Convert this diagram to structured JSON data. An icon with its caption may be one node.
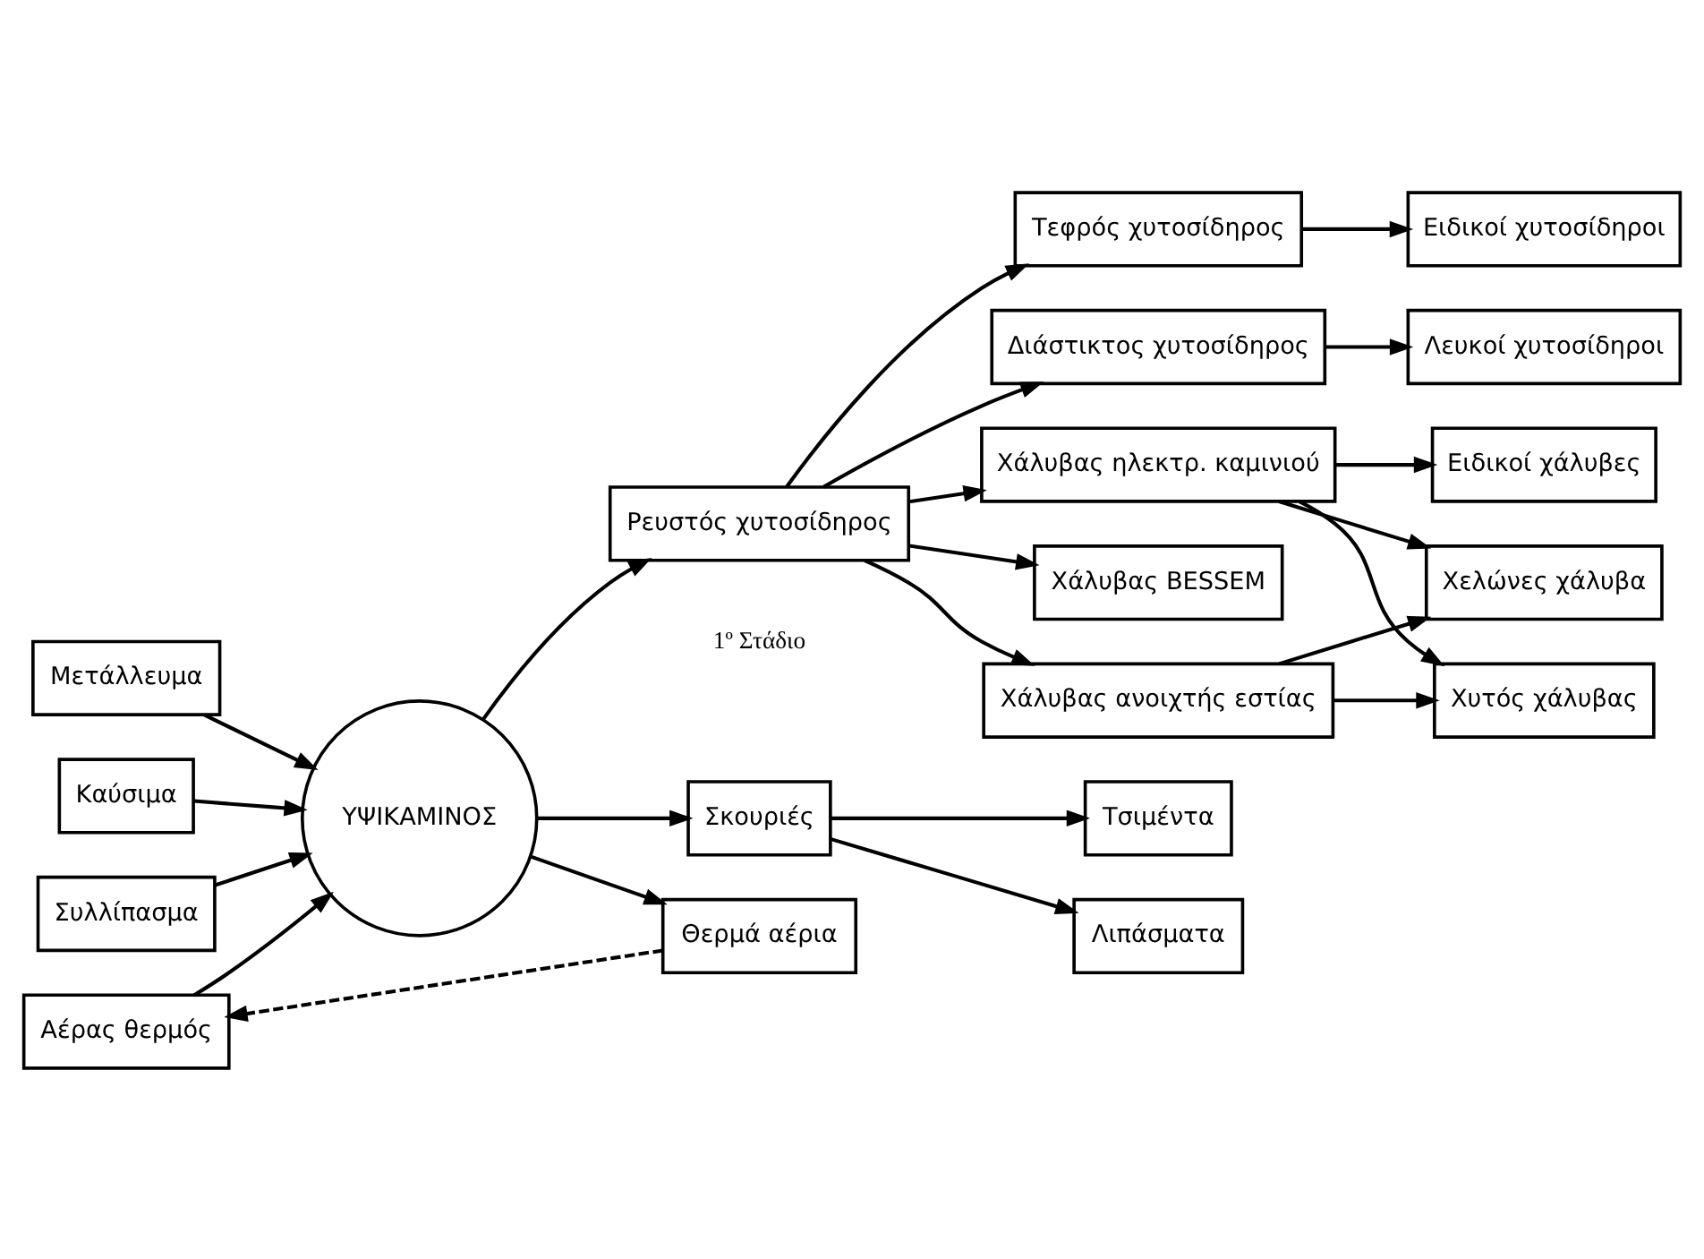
{
  "diagram": {
    "nodes": [
      {
        "text": [
          "Τσιμέντα"
        ]
      },
      {
        "text": [
          "Λιπάσματα"
        ]
      },
      {
        "text": [
          "Χυτός χάλυβας"
        ]
      },
      {
        "text": [
          "Χελώνες χάλυβα"
        ]
      },
      {
        "text": [
          "Ειδικοί χάλυβες"
        ]
      },
      {
        "text": [
          "Σκουριές"
        ]
      },
      {
        "text": [
          "Μετάλλευμα"
        ]
      },
      {
        "text": [
          "Καύσιμα"
        ]
      },
      {
        "text": [
          "ΥΨΙΚΑΜΙΝΟΣ"
        ]
      },
      {
        "text": [
          "Συλλίπασμα"
        ]
      },
      {
        "text": [
          "Αέρας θερμός"
        ]
      },
      {
        "text": [
          "Χάλυβας ανοιχτής εστίας"
        ]
      },
      {
        "text": [
          "Χάλυβας BESSEM"
        ]
      },
      {
        "text": [
          "Χάλυβας ηλεκτρ. καμινιού"
        ]
      },
      {
        "text": [
          "Θερμά αέρια"
        ]
      },
      {
        "text": [
          "Ρευστός χυτοσίδηρος"
        ],
        "beside": [
          "1º Στάδιο"
        ]
      },
      {
        "text": [
          "Τεφρός χυτοσίδηρος"
        ]
      },
      {
        "text": [
          "Διάστικτος χυτοσίδηρος"
        ]
      },
      {
        "text": [
          "Ειδικοί χυτοσίδηροι"
        ]
      },
      {
        "text": [
          "Λευκοί χυτοσίδηροι"
        ]
      }
    ],
    "edges": [
      {
        "from": 5,
        "to": 0,
        "arrow": "to"
      },
      {
        "from": 5,
        "to": 1,
        "arrow": "to"
      },
      {
        "from": 8,
        "to": 5,
        "arrow": "to"
      },
      {
        "from": 6,
        "to": 8,
        "arrow": "to"
      },
      {
        "from": 7,
        "to": 8,
        "arrow": "to"
      },
      {
        "from": 9,
        "to": 8,
        "arrow": "to"
      },
      {
        "from": 10,
        "to": 8,
        "arrow": "to"
      },
      {
        "from": 8,
        "to": 14,
        "arrow": "to"
      },
      {
        "from": 8,
        "to": 15,
        "arrow": "to"
      },
      {
        "from": 14,
        "to": 10,
        "arrow": "to",
        "style": "dashed"
      },
      {
        "from": 15,
        "to": 11,
        "arrow": "to"
      },
      {
        "from": 15,
        "to": 12,
        "arrow": "to"
      },
      {
        "from": 15,
        "to": 13,
        "arrow": "to"
      },
      {
        "from": 11,
        "to": 2,
        "arrow": "to"
      },
      {
        "from": 11,
        "to": 3,
        "arrow": "to"
      },
      {
        "from": 13,
        "to": 2,
        "arrow": "to"
      },
      {
        "from": 13,
        "to": 3,
        "arrow": "to"
      },
      {
        "from": 13,
        "to": 4,
        "arrow": "to"
      },
      {
        "from": 15,
        "to": 16,
        "arrow": "to"
      },
      {
        "from": 15,
        "to": 17,
        "arrow": "to"
      },
      {
        "from": 16,
        "to": 18,
        "arrow": "to"
      },
      {
        "from": 17,
        "to": 19,
        "arrow": "to"
      }
    ]
  }
}
